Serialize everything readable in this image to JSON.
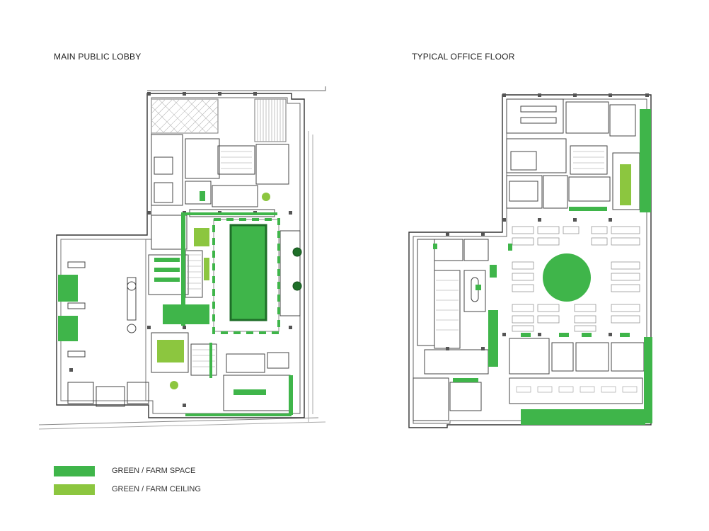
{
  "plans": {
    "lobby_title": "MAIN PUBLIC LOBBY",
    "office_title": "TYPICAL OFFICE FLOOR"
  },
  "legend": {
    "items": [
      {
        "label": "GREEN / FARM SPACE",
        "color": "#3fb54a"
      },
      {
        "label": "GREEN / FARM CEILING",
        "color": "#8cc63f"
      }
    ]
  },
  "colors": {
    "farm_space": "#3fb54a",
    "farm_ceiling": "#8cc63f",
    "linework": "#444444"
  }
}
